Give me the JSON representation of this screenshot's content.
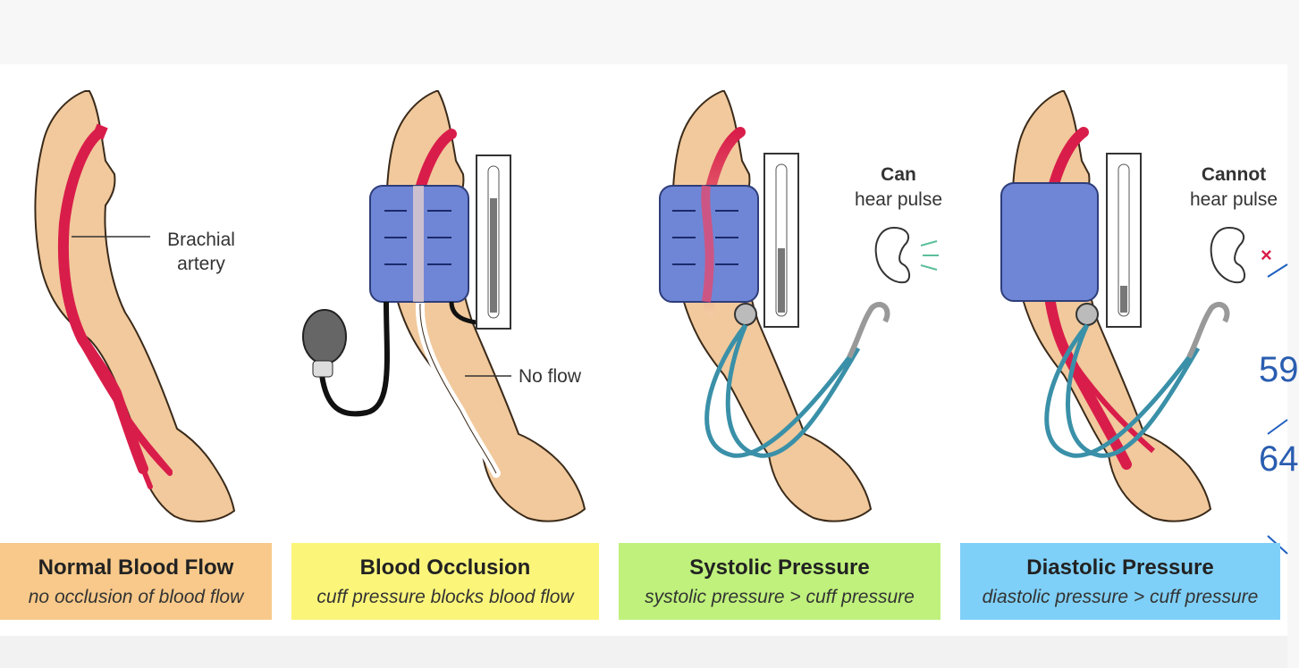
{
  "labels": {
    "brachial": "Brachial\nartery",
    "no_flow": "No flow",
    "can": "Can",
    "can_sub": "hear pulse",
    "cannot": "Cannot",
    "cannot_sub": "hear pulse"
  },
  "panels": [
    {
      "title": "Normal Blood Flow",
      "subtitle": "no occlusion of blood flow",
      "color": "#f8c98a"
    },
    {
      "title": "Blood Occlusion",
      "subtitle": "cuff pressure blocks blood flow",
      "color": "#fbf57a"
    },
    {
      "title": "Systolic Pressure",
      "subtitle": "systolic pressure > cuff pressure",
      "color": "#bff17c"
    },
    {
      "title": "Diastolic Pressure",
      "subtitle": "diastolic pressure > cuff pressure",
      "color": "#7fd0f8"
    }
  ],
  "side": {
    "mark": "×",
    "num1": "59",
    "num2": "64"
  },
  "colors": {
    "skin": "#f1c99c",
    "outline": "#3a2a1a",
    "artery": "#d91d4a",
    "cuff": "#6f86d6",
    "tube": "#3a90a8",
    "edge_accent": "#1f5fbf"
  }
}
